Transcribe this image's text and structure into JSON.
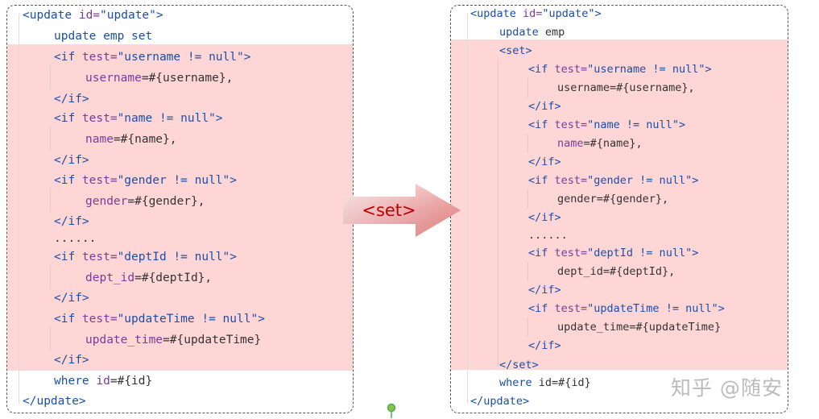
{
  "left": {
    "lines": [
      [
        {
          "c": "tag",
          "t": "<update "
        },
        {
          "c": "attr",
          "t": "id="
        },
        {
          "c": "str",
          "t": "\"update\""
        },
        {
          "c": "tag",
          "t": ">"
        }
      ],
      [
        {
          "c": "tag",
          "t": "update emp set"
        }
      ],
      [
        {
          "c": "tag",
          "t": "<if "
        },
        {
          "c": "attr",
          "t": "test="
        },
        {
          "c": "str",
          "t": "\"username != null\""
        },
        {
          "c": "tag",
          "t": ">"
        }
      ],
      [
        {
          "c": "var",
          "t": "username"
        },
        {
          "c": "txt",
          "t": "=#{username},"
        }
      ],
      [
        {
          "c": "tag",
          "t": "</if>"
        }
      ],
      [
        {
          "c": "tag",
          "t": "<if "
        },
        {
          "c": "attr",
          "t": "test="
        },
        {
          "c": "str",
          "t": "\"name != null\""
        },
        {
          "c": "tag",
          "t": ">"
        }
      ],
      [
        {
          "c": "var",
          "t": "name"
        },
        {
          "c": "txt",
          "t": "=#{name},"
        }
      ],
      [
        {
          "c": "tag",
          "t": "</if>"
        }
      ],
      [
        {
          "c": "tag",
          "t": "<if "
        },
        {
          "c": "attr",
          "t": "test="
        },
        {
          "c": "str",
          "t": "\"gender != null\""
        },
        {
          "c": "tag",
          "t": ">"
        }
      ],
      [
        {
          "c": "var",
          "t": "gender"
        },
        {
          "c": "txt",
          "t": "=#{gender},"
        }
      ],
      [
        {
          "c": "tag",
          "t": "</if>"
        }
      ],
      [
        {
          "c": "txt",
          "t": "......"
        }
      ],
      [
        {
          "c": "tag",
          "t": "<if "
        },
        {
          "c": "attr",
          "t": "test="
        },
        {
          "c": "str",
          "t": "\"deptId != null\""
        },
        {
          "c": "tag",
          "t": ">"
        }
      ],
      [
        {
          "c": "var",
          "t": "dept_id"
        },
        {
          "c": "txt",
          "t": "=#{deptId},"
        }
      ],
      [
        {
          "c": "tag",
          "t": "</if>"
        }
      ],
      [
        {
          "c": "tag",
          "t": "<if "
        },
        {
          "c": "attr",
          "t": "test="
        },
        {
          "c": "str",
          "t": "\"updateTime != null\""
        },
        {
          "c": "tag",
          "t": ">"
        }
      ],
      [
        {
          "c": "var",
          "t": "update_time"
        },
        {
          "c": "txt",
          "t": "=#{updateTime}"
        }
      ],
      [
        {
          "c": "tag",
          "t": "</if>"
        }
      ],
      [
        {
          "c": "tag",
          "t": "where "
        },
        {
          "c": "var",
          "t": "id"
        },
        {
          "c": "txt",
          "t": "=#{id}"
        }
      ],
      [
        {
          "c": "tag",
          "t": "</update>"
        }
      ]
    ]
  },
  "right": {
    "lines": [
      [
        {
          "c": "tag",
          "t": "<update "
        },
        {
          "c": "attr",
          "t": "id="
        },
        {
          "c": "str",
          "t": "\"update\""
        },
        {
          "c": "tag",
          "t": ">"
        }
      ],
      [
        {
          "c": "tag",
          "t": "update "
        },
        {
          "c": "txt",
          "t": "emp"
        }
      ],
      [
        {
          "c": "tag",
          "t": "<set>"
        }
      ],
      [
        {
          "c": "tag",
          "t": "<if "
        },
        {
          "c": "attr",
          "t": "test="
        },
        {
          "c": "str",
          "t": "\"username != null\""
        },
        {
          "c": "tag",
          "t": ">"
        }
      ],
      [
        {
          "c": "txt",
          "t": "username=#{username},"
        }
      ],
      [
        {
          "c": "tag",
          "t": "</if>"
        }
      ],
      [
        {
          "c": "tag",
          "t": "<if "
        },
        {
          "c": "attr",
          "t": "test="
        },
        {
          "c": "str",
          "t": "\"name != null\""
        },
        {
          "c": "tag",
          "t": ">"
        }
      ],
      [
        {
          "c": "var",
          "t": "name"
        },
        {
          "c": "txt",
          "t": "=#{name},"
        }
      ],
      [
        {
          "c": "tag",
          "t": "</if>"
        }
      ],
      [
        {
          "c": "tag",
          "t": "<if "
        },
        {
          "c": "attr",
          "t": "test="
        },
        {
          "c": "str",
          "t": "\"gender != null\""
        },
        {
          "c": "tag",
          "t": ">"
        }
      ],
      [
        {
          "c": "txt",
          "t": "gender=#{gender},"
        }
      ],
      [
        {
          "c": "tag",
          "t": "</if>"
        }
      ],
      [
        {
          "c": "txt",
          "t": "......"
        }
      ],
      [
        {
          "c": "tag",
          "t": "<if "
        },
        {
          "c": "attr",
          "t": "test="
        },
        {
          "c": "str",
          "t": "\"deptId != null\""
        },
        {
          "c": "tag",
          "t": ">"
        }
      ],
      [
        {
          "c": "txt",
          "t": "dept_id=#{deptId},"
        }
      ],
      [
        {
          "c": "tag",
          "t": "</if>"
        }
      ],
      [
        {
          "c": "tag",
          "t": "<if "
        },
        {
          "c": "attr",
          "t": "test="
        },
        {
          "c": "str",
          "t": "\"updateTime != null\""
        },
        {
          "c": "tag",
          "t": ">"
        }
      ],
      [
        {
          "c": "txt",
          "t": "update_time=#{updateTime}"
        }
      ],
      [
        {
          "c": "tag",
          "t": "</if>"
        }
      ],
      [
        {
          "c": "tag",
          "t": "</set>"
        }
      ],
      [
        {
          "c": "tag",
          "t": "where "
        },
        {
          "c": "txt",
          "t": "id=#{id}"
        }
      ],
      [
        {
          "c": "tag",
          "t": "</update>"
        }
      ]
    ]
  },
  "arrow": {
    "label": "<set>",
    "color_from": "#fbe3e3",
    "color_to": "#ec8f8f",
    "label_color": "#c00000"
  },
  "watermark": {
    "text": "知乎 @随安"
  },
  "colors": {
    "tag": "#1a4fa8",
    "attr": "#7a3b9c",
    "highlight": "#ffd6d6",
    "pin": "#4caf50"
  },
  "icons": {
    "arrow": "right-arrow-icon",
    "pin": "pin-icon"
  }
}
